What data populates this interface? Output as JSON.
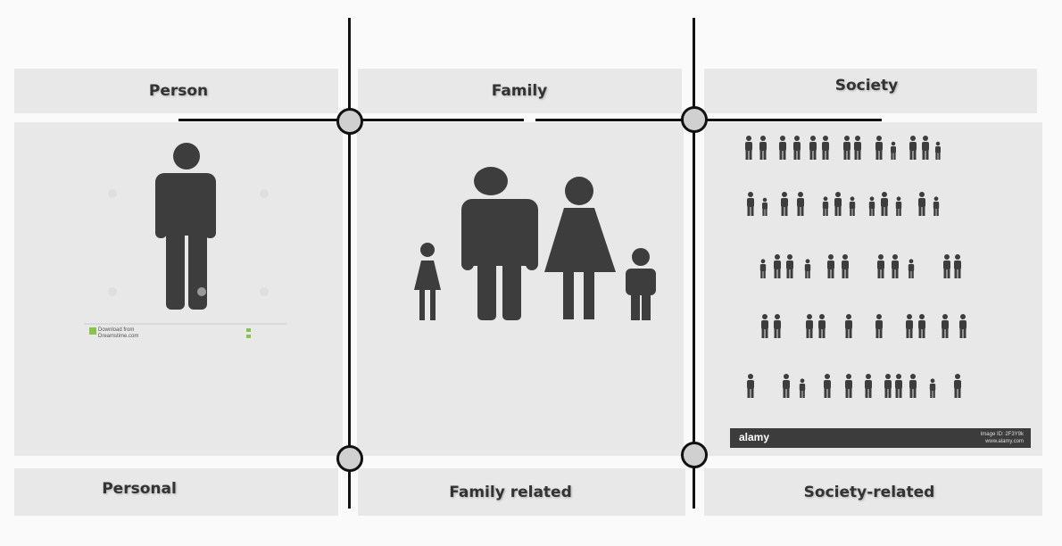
{
  "columns": [
    {
      "top_label": "Person",
      "bottom_label": "Personal"
    },
    {
      "top_label": "Family",
      "bottom_label": "Family related"
    },
    {
      "top_label": "Society",
      "bottom_label": "Society-related"
    }
  ],
  "society_image": {
    "brand": "alamy",
    "meta_line1": "Image ID: 2F3Y9k",
    "meta_line2": "www.alamy.com"
  },
  "person_image": {
    "watermark_line1": "Download from",
    "watermark_line2": "Dreamstime.com"
  },
  "colors": {
    "panel": "#e8e8e8",
    "figure": "#3d3d3d",
    "line": "#111111",
    "node_fill": "#d0d0d0"
  }
}
